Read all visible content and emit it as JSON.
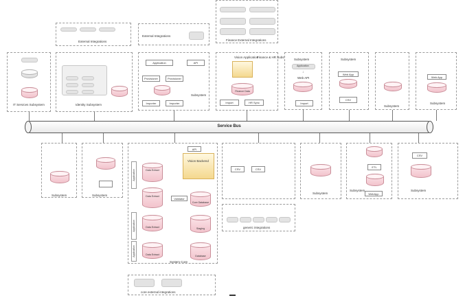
{
  "bus": {
    "title": "Service Bus"
  },
  "top": {
    "external_integrations": "External Integrations",
    "external_integrations_2": "External Integrations",
    "finance_external": "Finance External Integrations",
    "it_services": "IT Services Subsystem",
    "identity": "Identity Subsystem",
    "app_box": {
      "application": "Application",
      "api": "API",
      "provisioner1": "Provisioner",
      "provisioner2": "Provisioner",
      "importer1": "Importer",
      "importer2": "Importer",
      "subsystem": "Subsystem"
    },
    "vision_finance": {
      "vision_app": "Vision Application",
      "finance_hr": "Finance & HR Subsystem",
      "finance_data": "Finance Data",
      "import": "Import",
      "hr_sync": "HR Sync"
    },
    "sub_webapi": {
      "subsystem": "Subsystem",
      "application": "Application",
      "web_api": "Web API",
      "import": "Import"
    },
    "sub_webapp": {
      "subsystem": "Subsystem",
      "web_app": "Web App",
      "csv": "CSV"
    },
    "sub_plain": {
      "subsystem": "Subsystem"
    },
    "sub_webapp2": {
      "web_app": "Web App",
      "subsystem": "Subsystem"
    }
  },
  "bottom": {
    "subsystem_a": "Subsystem",
    "subsystem_b": "Subsystem",
    "core": {
      "api": "API",
      "vision_backend": "Vision Backend",
      "application1": "Application",
      "application2": "Application",
      "application3": "Application",
      "data_extract1": "Data Extract",
      "data_extract2": "Data Extract",
      "data_extract3": "Data Extract",
      "data_extract4": "Data Extract",
      "staging": "Staging",
      "core_database": "Core Database",
      "database": "Database",
      "validator": "Validator",
      "title": "System Core",
      "core_ext": "core external integrations"
    },
    "generic": {
      "csv1": "CSV",
      "csv2": "CSV",
      "title": "generic integrations"
    },
    "subsystem_c": "Subsystem",
    "etl_box": {
      "etl": "ETL",
      "subsystem": "Subsystem",
      "web_app": "WebApp"
    },
    "csv_box": {
      "csv": "CSV",
      "subsystem": "Subsystem"
    }
  }
}
